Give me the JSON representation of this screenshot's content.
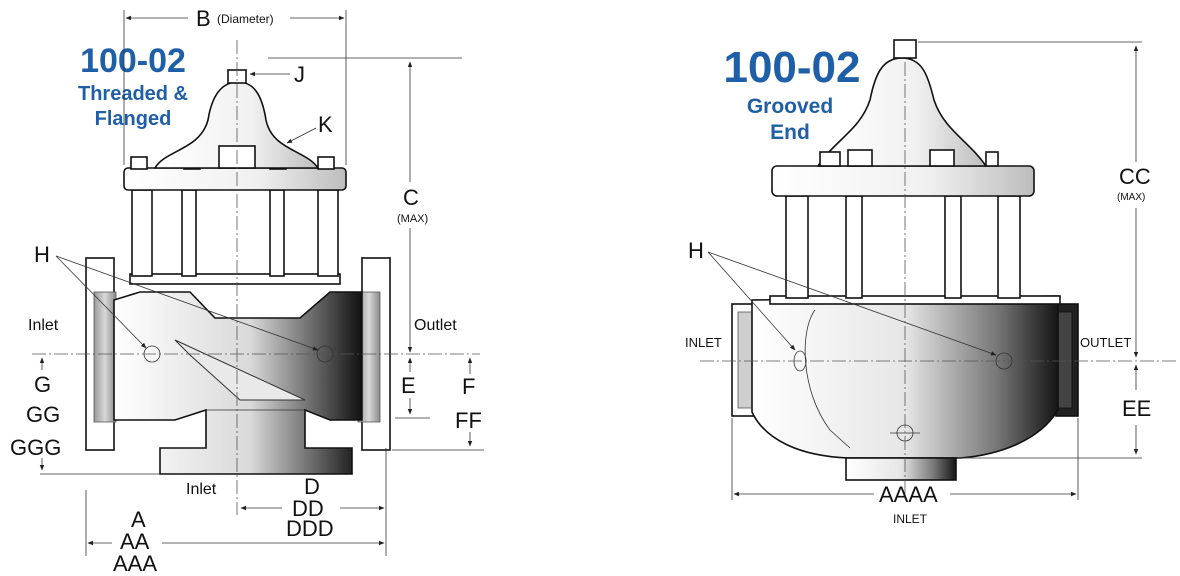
{
  "left_view": {
    "model": "100-02",
    "subtitle_line1": "Threaded &",
    "subtitle_line2": "Flanged",
    "dims": {
      "B": "B",
      "B_note": "(Diameter)",
      "J": "J",
      "K": "K",
      "C": "C",
      "C_note": "(MAX)",
      "H": "H",
      "inlet_side": "Inlet",
      "outlet_side": "Outlet",
      "inlet_bottom": "Inlet",
      "E": "E",
      "F": "F",
      "FF": "FF",
      "G": "G",
      "GG": "GG",
      "GGG": "GGG",
      "D": "D",
      "DD": "DD",
      "DDD": "DDD",
      "A": "A",
      "AA": "AA",
      "AAA": "AAA"
    }
  },
  "right_view": {
    "model": "100-02",
    "subtitle_line1": "Grooved",
    "subtitle_line2": "End",
    "dims": {
      "H": "H",
      "INLET": "INLET",
      "OUTLET": "OUTLET",
      "CC": "CC",
      "CC_note": "(MAX)",
      "EE": "EE",
      "AAAA": "AAAA",
      "AAAA_note": "INLET"
    }
  }
}
